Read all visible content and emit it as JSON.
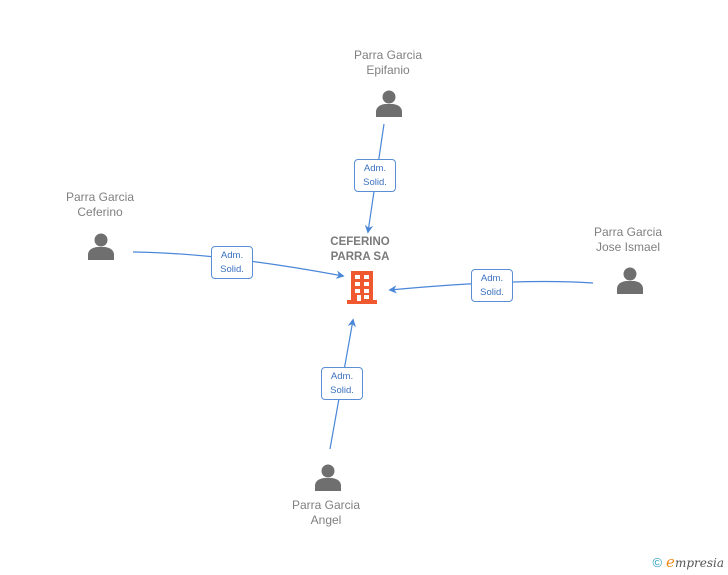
{
  "company": {
    "name_line1": "CEFERINO",
    "name_line2": "PARRA SA",
    "icon": "building-icon",
    "color": "#f0592f"
  },
  "persons": [
    {
      "id": "epifanio",
      "line1": "Parra Garcia",
      "line2": "Epifanio",
      "icon": "person-icon"
    },
    {
      "id": "ceferino",
      "line1": "Parra Garcia",
      "line2": "Ceferino",
      "icon": "person-icon"
    },
    {
      "id": "jose-ismael",
      "line1": "Parra Garcia",
      "line2": "Jose Ismael",
      "icon": "person-icon"
    },
    {
      "id": "angel",
      "line1": "Parra Garcia",
      "line2": "Angel",
      "icon": "person-icon"
    }
  ],
  "edges": [
    {
      "from": "epifanio",
      "role_line1": "Adm.",
      "role_line2": "Solid."
    },
    {
      "from": "ceferino",
      "role_line1": "Adm.",
      "role_line2": "Solid."
    },
    {
      "from": "jose-ismael",
      "role_line1": "Adm.",
      "role_line2": "Solid."
    },
    {
      "from": "angel",
      "role_line1": "Adm.",
      "role_line2": "Solid."
    }
  ],
  "colors": {
    "edge": "#4a86d8",
    "person_icon": "#6f6f6f",
    "label_text": "#808080"
  },
  "footer": {
    "copyright_symbol": "©",
    "brand_initial": "e",
    "brand_rest": "mpresia"
  }
}
